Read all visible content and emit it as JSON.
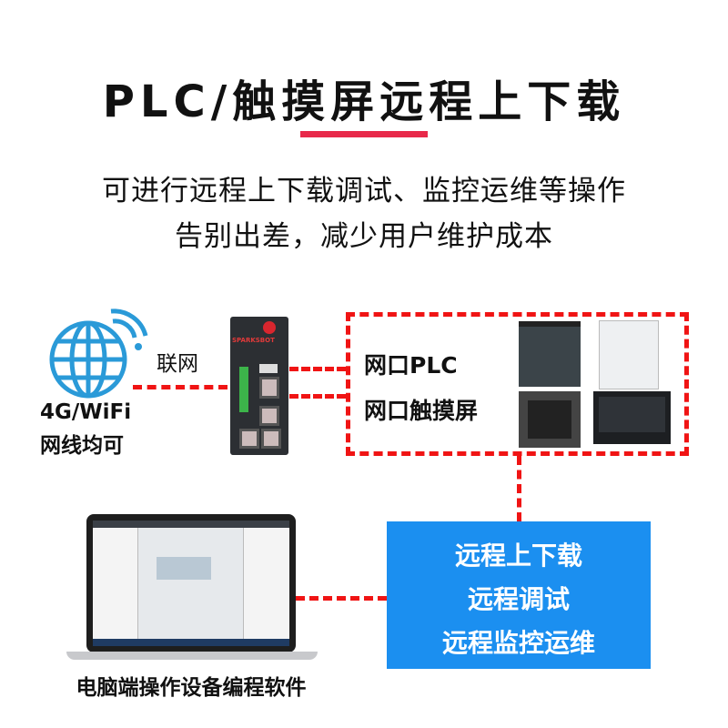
{
  "title": "PLC/触摸屏远程上下载",
  "subtitle": [
    "可进行远程上下载调试、监控运维等操作",
    "告别出差，减少用户维护成本"
  ],
  "network": {
    "link_label": "联网",
    "conn_line1": "4G/WiFi",
    "conn_line2": "网线均可"
  },
  "gateway": {
    "brand": "SPARKSBOT"
  },
  "devices": {
    "plc_label": "网口PLC",
    "hmi_label": "网口触摸屏"
  },
  "features": [
    "远程上下载",
    "远程调试",
    "远程监控运维"
  ],
  "laptop_caption": "电脑端操作设备编程软件",
  "colors": {
    "accent_red": "#f01414",
    "underline": "#e8294a",
    "blue_box": "#1b8ff0",
    "globe": "#2a9ad8"
  }
}
